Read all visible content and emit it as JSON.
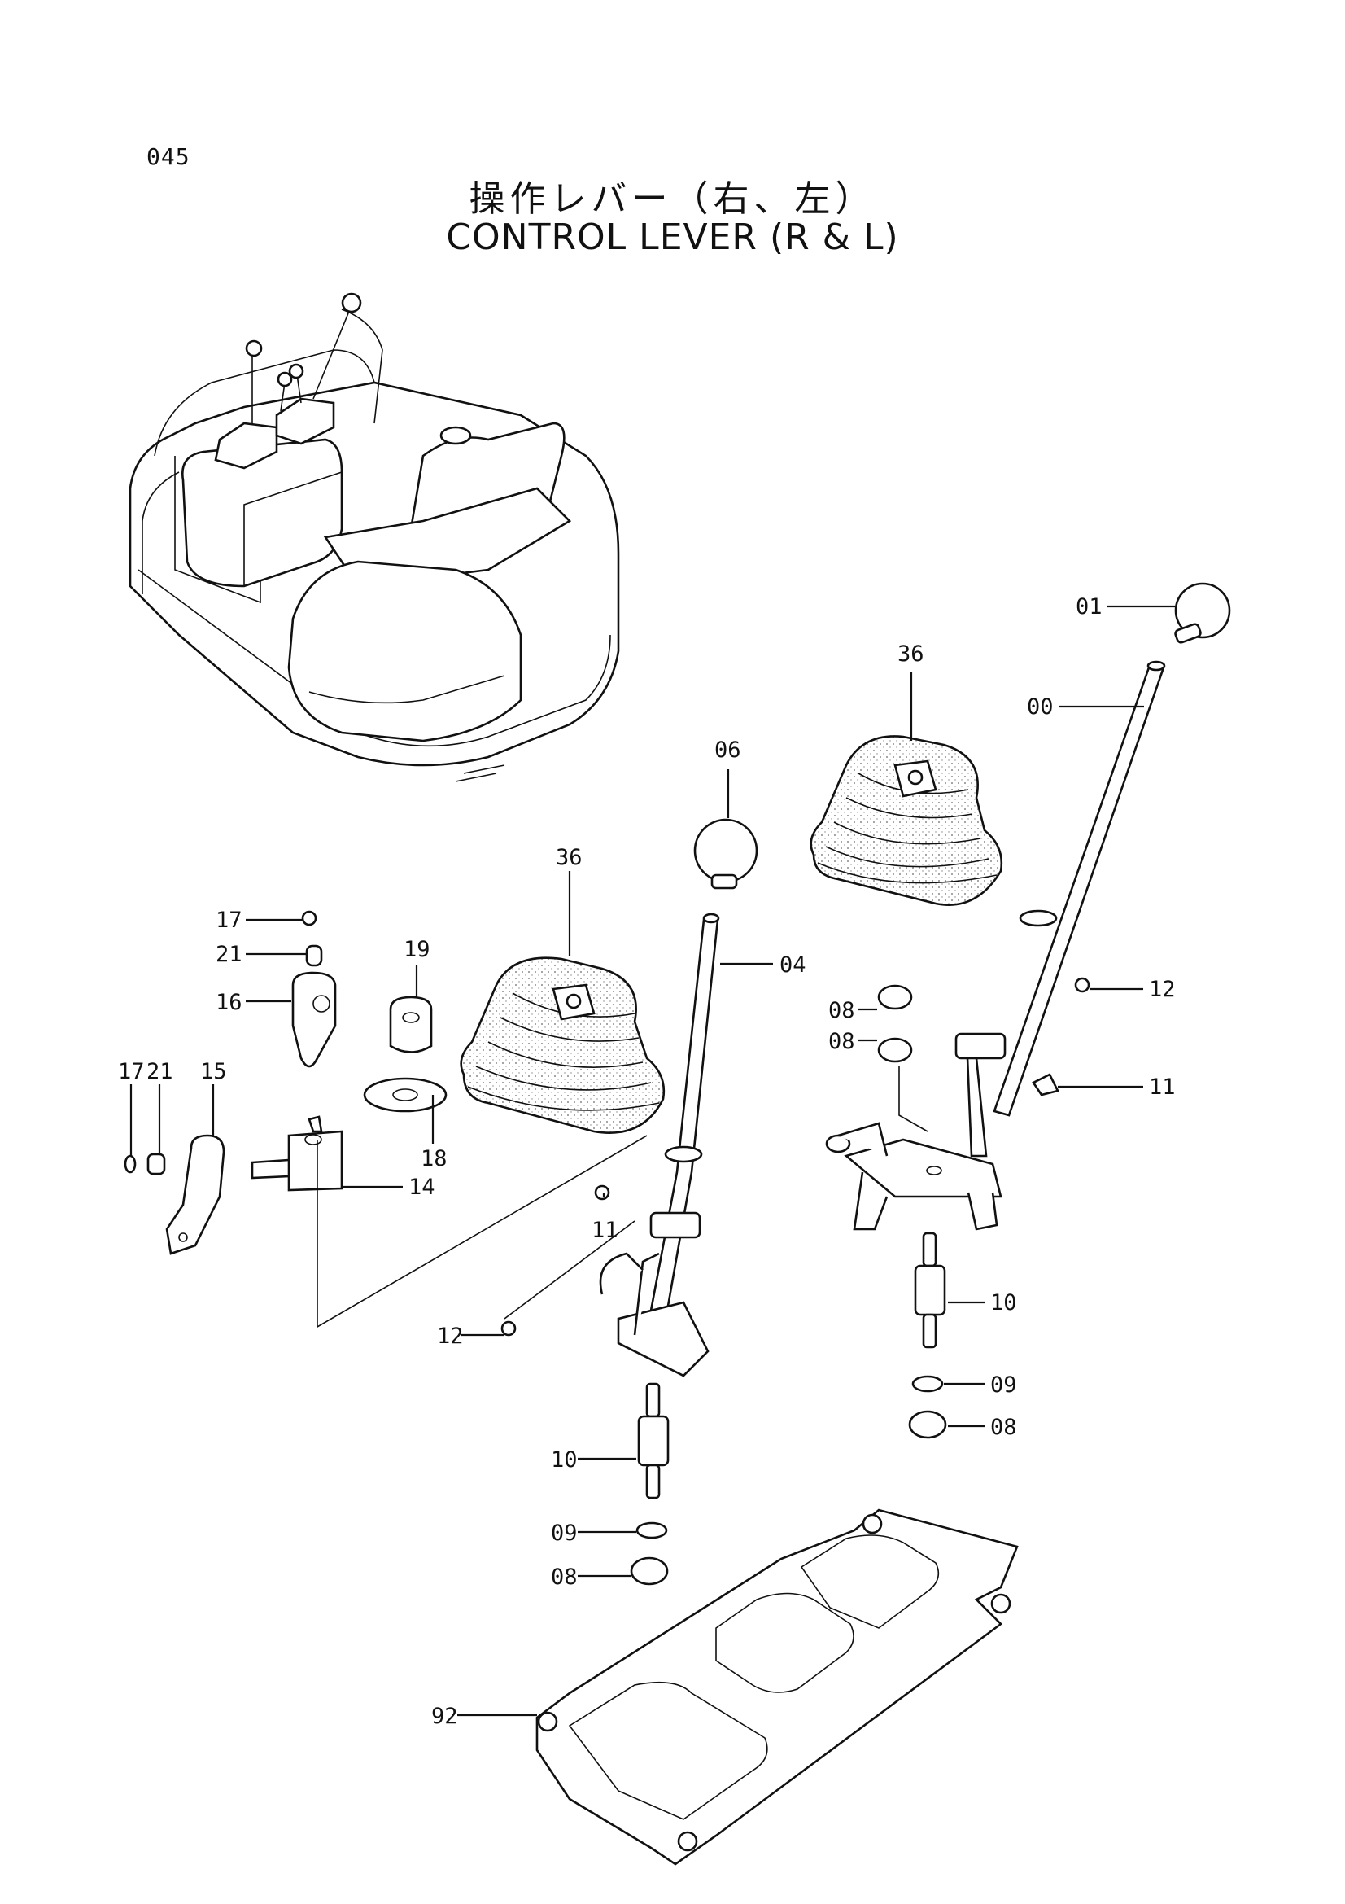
{
  "header": {
    "page_number": "045",
    "title_japanese": "操作レバー（右、左）",
    "title_english": "CONTROL LEVER (R & L)"
  },
  "callouts": {
    "c01": "01",
    "c00": "00",
    "c36_right": "36",
    "c06": "06",
    "c36_left": "36",
    "c04": "04",
    "c17_a": "17",
    "c21_a": "21",
    "c16": "16",
    "c19": "19",
    "c17_b": "17",
    "c21_b": "21",
    "c15": "15",
    "c18": "18",
    "c14": "14",
    "c11_left": "11",
    "c12_left": "12",
    "c08_r1": "08",
    "c08_r2": "08",
    "c12_right": "12",
    "c11_right": "11",
    "c10_right": "10",
    "c09_right": "09",
    "c08_right": "08",
    "c10_left": "10",
    "c09_left": "09",
    "c08_left": "08",
    "c92": "92"
  }
}
